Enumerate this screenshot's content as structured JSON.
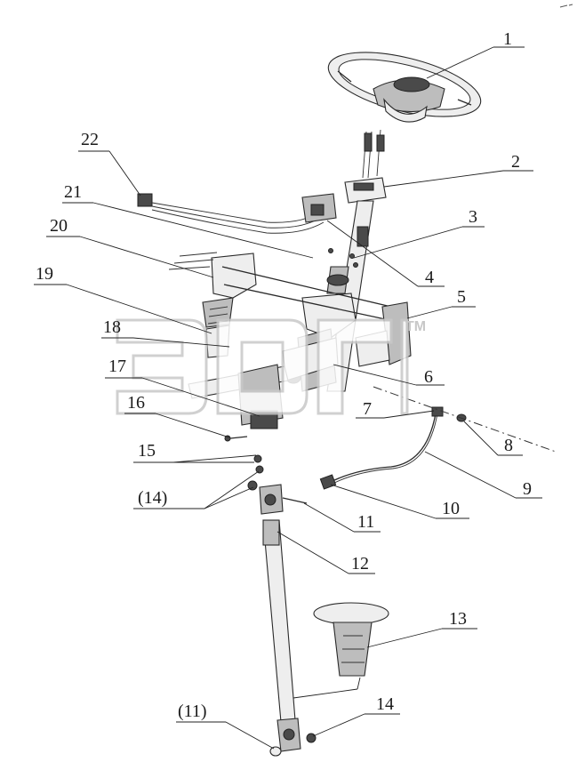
{
  "callouts": [
    {
      "label": "1"
    },
    {
      "label": "2"
    },
    {
      "label": "3"
    },
    {
      "label": "4"
    },
    {
      "label": "5"
    },
    {
      "label": "6"
    },
    {
      "label": "7"
    },
    {
      "label": "8"
    },
    {
      "label": "9"
    },
    {
      "label": "10"
    },
    {
      "label": "11"
    },
    {
      "label": "12"
    },
    {
      "label": "13"
    },
    {
      "label": "14"
    },
    {
      "label": "(11)"
    },
    {
      "label": "(14)"
    },
    {
      "label": "15"
    },
    {
      "label": "16"
    },
    {
      "label": "17"
    },
    {
      "label": "18"
    },
    {
      "label": "19"
    },
    {
      "label": "20"
    },
    {
      "label": "21"
    },
    {
      "label": "22"
    }
  ],
  "watermark": {
    "mark": "TM"
  }
}
